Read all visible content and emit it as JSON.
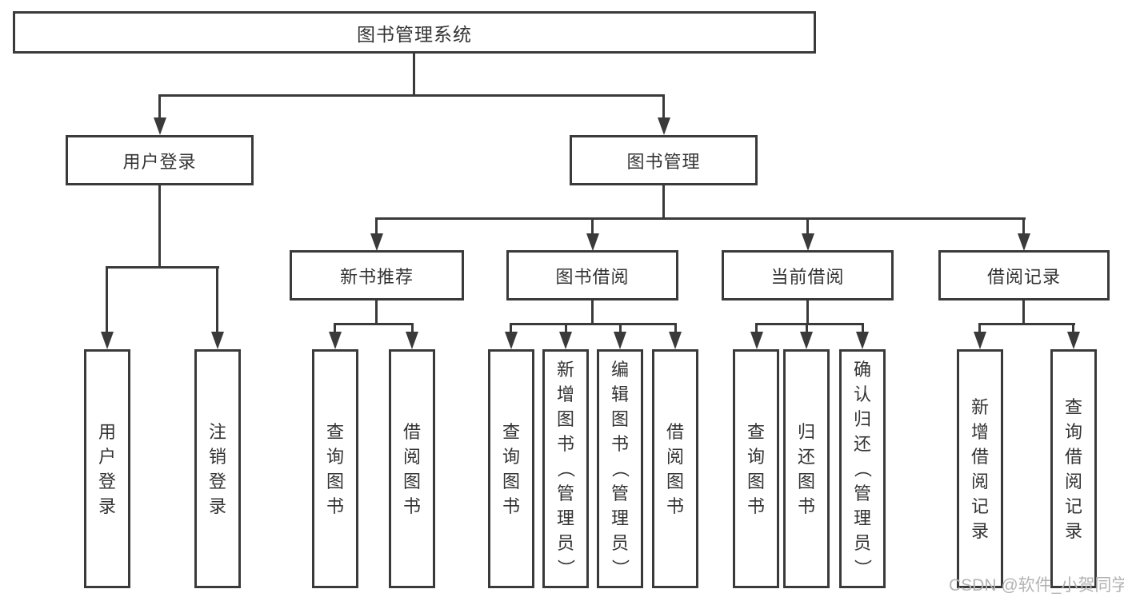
{
  "tree": {
    "root": {
      "label": "图书管理系统"
    },
    "branches": [
      {
        "label": "用户登录",
        "children": [
          "用户登录",
          "注销登录"
        ]
      },
      {
        "label": "图书管理",
        "subbranches": [
          {
            "label": "新书推荐",
            "children": [
              "查询图书",
              "借阅图书"
            ]
          },
          {
            "label": "图书借阅",
            "children": [
              "查询图书",
              "新增图书（管理员）",
              "编辑图书（管理员）",
              "借阅图书"
            ]
          },
          {
            "label": "当前借阅",
            "children": [
              "查询图书",
              "归还图书",
              "确认归还（管理员）"
            ]
          },
          {
            "label": "借阅记录",
            "children": [
              "新增借阅记录",
              "查询借阅记录"
            ]
          }
        ]
      }
    ]
  },
  "watermark": "CSDN @软件_小贺同学",
  "colors": {
    "line": "#3a3a3a",
    "text": "#333333",
    "watermark": "#b3b3b3",
    "background": "#ffffff"
  }
}
